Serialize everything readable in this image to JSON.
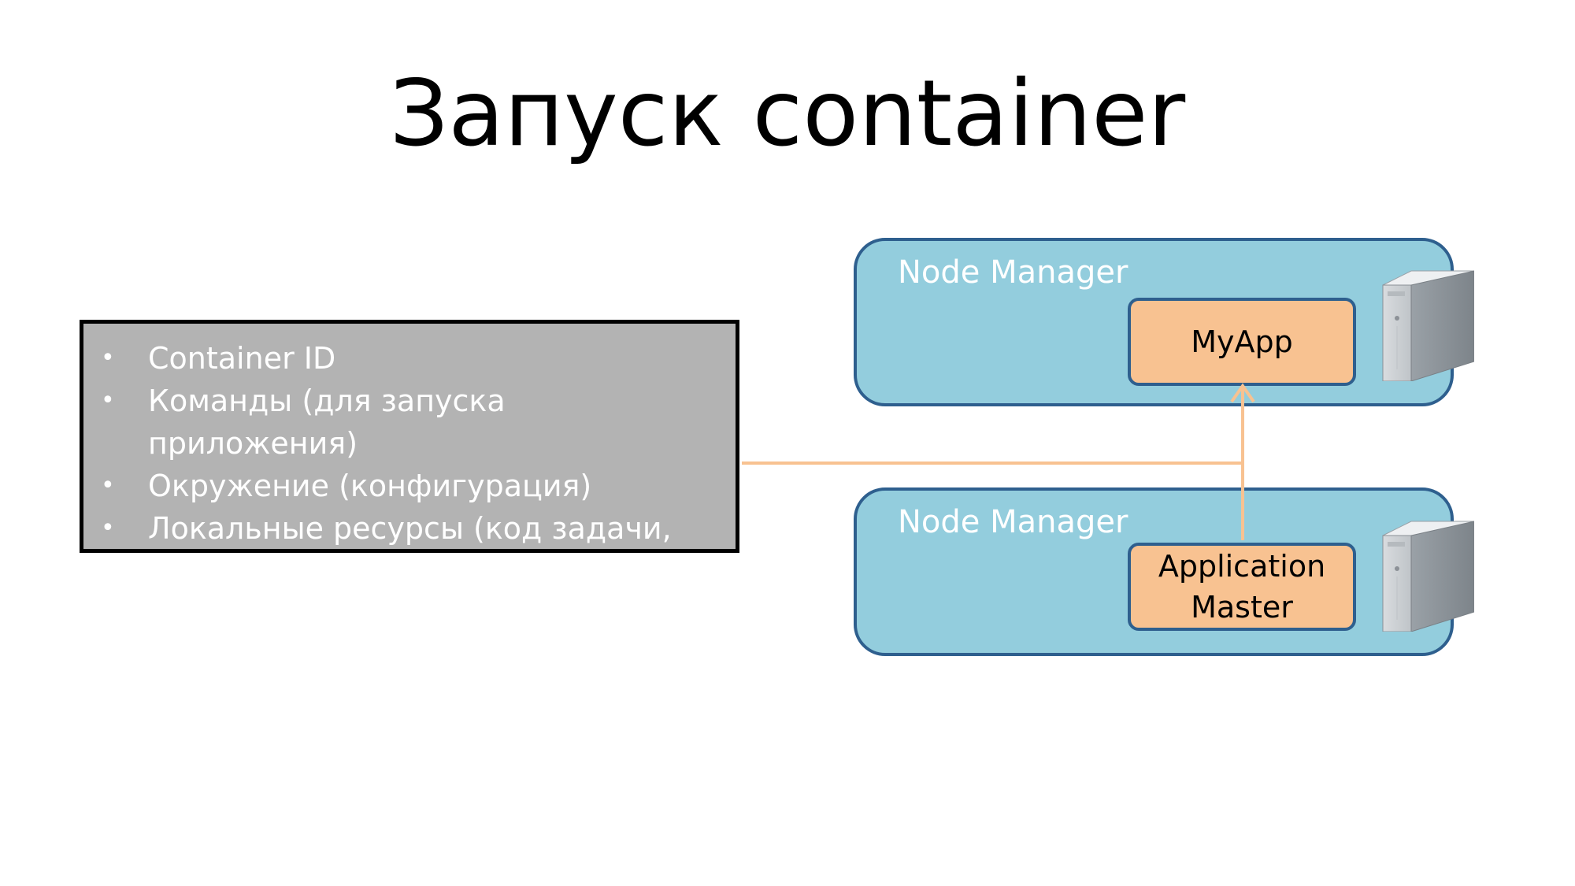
{
  "title": "Запуск container",
  "info_box": {
    "items": [
      "Container ID",
      "Команды (для запуска приложения)",
      "Окружение (конфигурация)",
      "Локальные ресурсы (код задачи, HDFS файлы)"
    ]
  },
  "nodes": {
    "top": {
      "label": "Node Manager",
      "app_label": "MyApp",
      "icon": "server-icon"
    },
    "bottom": {
      "label": "Node Manager",
      "app_label_line1": "Application",
      "app_label_line2": "Master",
      "icon": "server-icon"
    }
  },
  "colors": {
    "node_fill": "#93cddd",
    "node_border": "#2e5f8e",
    "app_fill": "#f8c291",
    "info_fill": "#b3b3b3",
    "connector": "#f8c291"
  }
}
